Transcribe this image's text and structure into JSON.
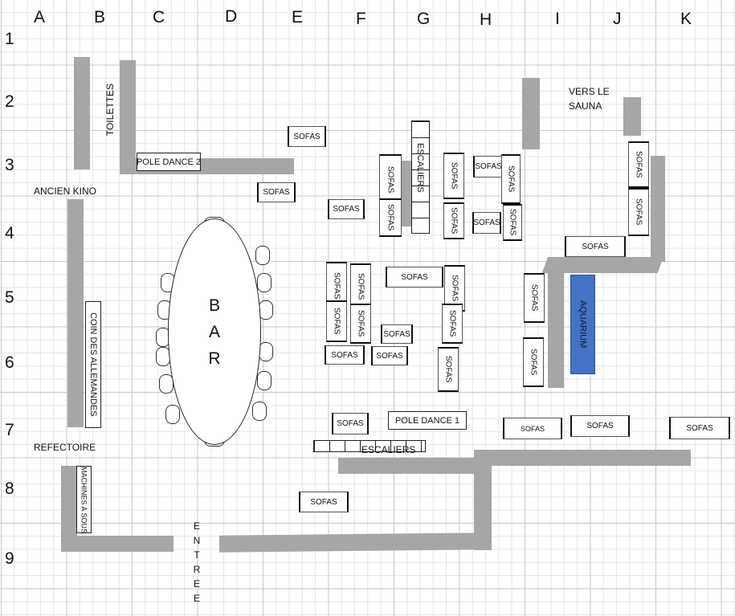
{
  "columns": [
    "A",
    "B",
    "C",
    "D",
    "E",
    "F",
    "G",
    "H",
    "I",
    "J",
    "K"
  ],
  "rows": [
    "1",
    "2",
    "3",
    "4",
    "5",
    "6",
    "7",
    "8",
    "9"
  ],
  "labels": {
    "toilettes": "TOILETTES",
    "pole_dance_2": "POLE DANCE 2",
    "ancien_kino": "ANCIEN KINO",
    "coin_des_allemandes": "COIN DES ALLEMANDES",
    "refectoire": "REFECTOIRE",
    "machines_a_sous": "MACHINES A SOUS",
    "entree": [
      "E",
      "N",
      "T",
      "R",
      "E",
      "E"
    ],
    "bar": [
      "B",
      "A",
      "R"
    ],
    "vers_le_sauna_1": "VERS LE",
    "vers_le_sauna_2": "SAUNA",
    "escaliers_top": "ESCALIERS",
    "escaliers_bottom": "ESCALIERS",
    "pole_dance_1": "POLE DANCE 1",
    "aquarium": "AQUARIUM",
    "sofas": "SOFAS"
  },
  "colors": {
    "wall": "#a6a6a6",
    "aquarium": "#4472c4"
  }
}
